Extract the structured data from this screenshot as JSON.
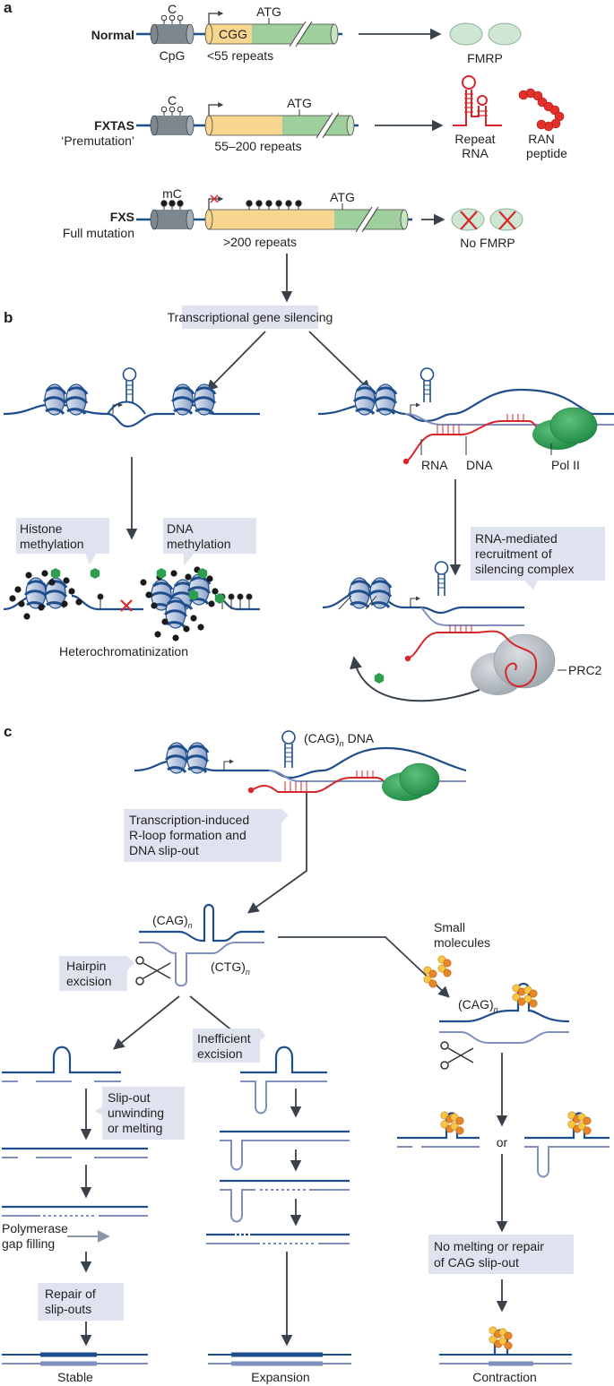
{
  "colors": {
    "dna": "#1f4e8c",
    "dna_light": "#7f8fbf",
    "rna": "#d7262c",
    "callout": "#dfe3ef",
    "promoter": "#7d8790",
    "repeat": "#f8d68f",
    "gene": "#9fcf9c",
    "fmrp": "#cfe6d4",
    "pol2": "#2e9e4f",
    "prc2": "#b9c0c6",
    "small_molecule": "#f0a030",
    "arrow": "#39424b"
  },
  "panel_a": {
    "label": "a",
    "normal": {
      "name": "Normal",
      "cpg_top": "C",
      "cpg_label": "CpG",
      "repeat_text": "CGG",
      "atg": "ATG",
      "repeats": "<55 repeats",
      "product": "FMRP"
    },
    "fxtas": {
      "name": "FXTAS",
      "subtitle": "‘Premutation’",
      "cpg_top": "C",
      "atg": "ATG",
      "repeats": "55–200 repeats",
      "product1_line1": "Repeat",
      "product1_line2": "RNA",
      "product2_line1": "RAN",
      "product2_line2": "peptide"
    },
    "fxs": {
      "name": "FXS",
      "subtitle": "Full mutation",
      "cpg_top": "mC",
      "atg": "ATG",
      "repeats": ">200 repeats",
      "product": "No FMRP"
    }
  },
  "panel_b": {
    "label": "b",
    "header": "Transcriptional gene silencing",
    "histone_line1": "Histone",
    "histone_line2": "methylation",
    "dna_meth_line1": "DNA",
    "dna_meth_line2": "methylation",
    "heterochromatin": "Heterochromatinization",
    "rna": "RNA",
    "dna": "DNA",
    "pol2": "Pol II",
    "recruit_line1": "RNA-mediated",
    "recruit_line2": "recruitment of",
    "recruit_line3": "silencing complex",
    "prc2": "PRC2"
  },
  "panel_c": {
    "label": "c",
    "cag_dna_label": "(CAG)",
    "cag_dna_sub": "n",
    "cag_dna_suffix": " DNA",
    "rloop_line1": "Transcription-induced",
    "rloop_line2": "R-loop formation and",
    "rloop_line3": "DNA slip-out",
    "cag": "(CAG)",
    "ctg": "(CTG)",
    "sub_n": "n",
    "hairpin_line1": "Hairpin",
    "hairpin_line2": "excision",
    "small_mol_line1": "Small",
    "small_mol_line2": "molecules",
    "inefficient_line1": "Inefficient",
    "inefficient_line2": "excision",
    "slipout_line1": "Slip-out",
    "slipout_line2": "unwinding",
    "slipout_line3": "or melting",
    "or": "or",
    "polymerase_line1": "Polymerase",
    "polymerase_line2": "gap filling",
    "repair_line1": "Repair of",
    "repair_line2": "slip-outs",
    "nomelt_line1": "No  melting or repair",
    "nomelt_line2": "of CAG slip-out",
    "stable": "Stable",
    "expansion": "Expansion",
    "contraction": "Contraction"
  }
}
